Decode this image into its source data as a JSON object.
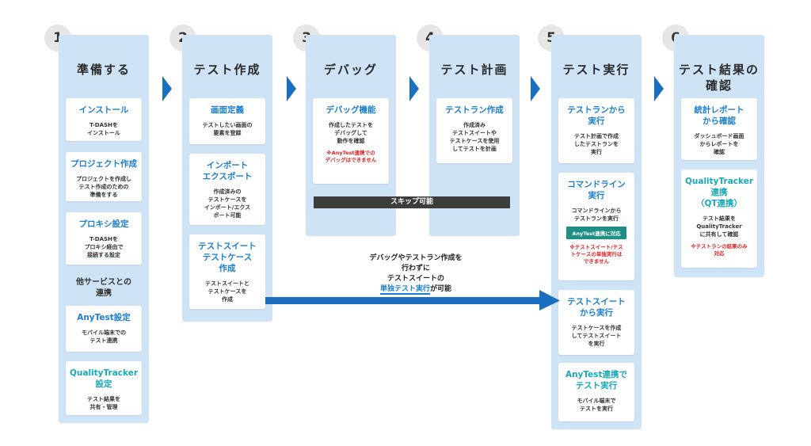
{
  "colors": {
    "column_bg": "#cfe3f6",
    "title_blue": "#1a7fd0",
    "title_teal": "#17a9b8",
    "arrow_blue": "#1a6fc0",
    "note_red": "#e02020",
    "badge_green": "#1f8f86",
    "skip_bar": "#3d3d3d"
  },
  "steps": [
    {
      "number": "1",
      "title": "準備する",
      "cards": [
        {
          "title": "インストール",
          "body": "T-DASHを\nインストール"
        },
        {
          "title": "プロジェクト作成",
          "body": "プロジェクトを作成し\nテスト作成のための\n準備をする"
        },
        {
          "title": "プロキシ設定",
          "body": "T-DASHを\nプロキシ経由で\n接続する設定"
        }
      ],
      "section_label": "他サービスとの\n連携",
      "cards2": [
        {
          "title": "AnyTest設定",
          "body": "モバイル端末での\nテスト連携"
        },
        {
          "title": "QualityTracker\n設定",
          "body": "テスト結果を\n共有・管理"
        }
      ]
    },
    {
      "number": "2",
      "title": "テスト作成",
      "cards": [
        {
          "title": "画面定義",
          "body": "テストしたい画面の\n要素を登録"
        },
        {
          "title": "インポート\nエクスポート",
          "body": "作成済みの\nテストケースを\nインポート/エクス\nポート可能"
        },
        {
          "title": "テストスイート\nテストケース\n作成",
          "body": "テストスイートと\nテストケースを\n作成"
        }
      ]
    },
    {
      "number": "3",
      "title": "デバッグ",
      "cards": [
        {
          "title": "デバッグ機能",
          "body": "作成したテストを\nデバッグして\n動作を確認",
          "note": "※AnyTest連携での\nデバッグはできません"
        }
      ]
    },
    {
      "number": "4",
      "title": "テスト計画",
      "cards": [
        {
          "title": "テストラン作成",
          "body": "作成済み\nテストスイートや\nテストケースを使用\nしてテストを計画"
        }
      ]
    },
    {
      "number": "5",
      "title": "テスト実行",
      "cards": [
        {
          "title": "テストランから\n実行",
          "body": "テスト計画で作成\nしたテストランを\n実行"
        },
        {
          "title": "コマンドライン\n実行",
          "body": "コマンドラインから\nテストランを実行",
          "badge": "AnyTest連携に対応",
          "note": "※テストスイート/テス\nトケースの単独実行は\nできません"
        },
        {
          "title": "テストスイート\nから実行",
          "body": "テストケースを作成\nしてテストスイート\nを実行"
        },
        {
          "title": "AnyTest連携で\nテスト実行",
          "body": "モバイル端末で\nテストを実行"
        }
      ]
    },
    {
      "number": "6",
      "title": "テスト結果の\n確認",
      "cards": [
        {
          "title": "統計レポート\nから確認",
          "body": "ダッシュボード画面\nからレポートを\n確認"
        },
        {
          "title": "QualityTracker\n連携\n（QT連携）",
          "body": "テスト結果を\nQualityTracker\nに共有して確認",
          "note": "※テストランの結果のみ\n対応"
        }
      ]
    }
  ],
  "skip_label": "スキップ可能",
  "bypass": {
    "line1": "デバッグやテストラン作成を",
    "line2": "行わずに",
    "line3": "テストスイートの",
    "highlight": "単独テスト実行",
    "suffix": "が可能"
  }
}
